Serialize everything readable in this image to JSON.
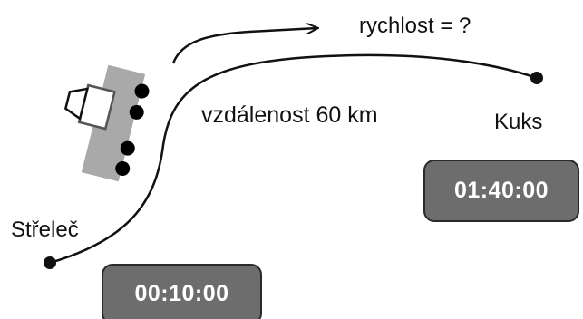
{
  "labels": {
    "speed": "rychlost = ?",
    "distance": "vzdálenost 60 km",
    "destination": "Kuks",
    "origin": "Střeleč"
  },
  "times": {
    "arrival": "01:40:00",
    "departure": "00:10:00"
  },
  "colors": {
    "route": "#111111",
    "vehicle_body": "#a9a9a9",
    "wheels": "#000000",
    "time_box_fill": "#6d6d6d",
    "time_box_text": "#ffffff"
  }
}
